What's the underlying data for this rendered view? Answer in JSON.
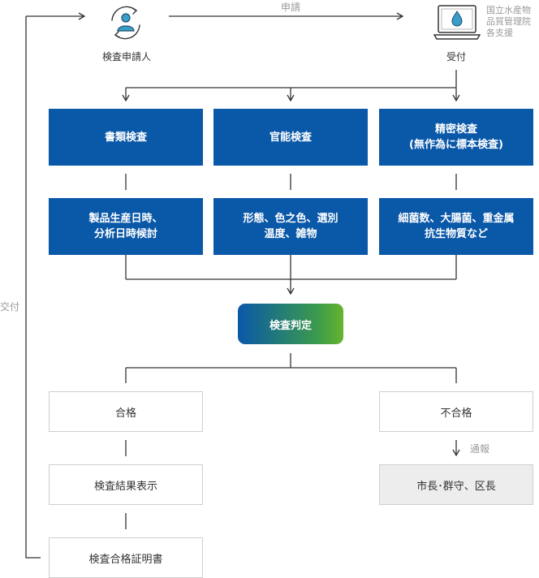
{
  "top": {
    "applicant_label": "検査申請人",
    "request_label": "申請",
    "receive_label": "受付",
    "agency_lines": [
      "国立水産物",
      "品質管理院",
      "各支援"
    ],
    "issue_label": "交付"
  },
  "inspections": [
    {
      "title_lines": [
        "書類検査"
      ],
      "detail_lines": [
        "製品生産日時、",
        "分析日時候討"
      ]
    },
    {
      "title_lines": [
        "官能検査"
      ],
      "detail_lines": [
        "形態、色之色、選別",
        "温度、雑物"
      ]
    },
    {
      "title_lines": [
        "精密検査",
        "(無作為に標本検査)"
      ],
      "detail_lines": [
        "細菌数、大腸菌、重金属",
        "抗生物質など"
      ]
    }
  ],
  "judgement_label": "検査判定",
  "pass": {
    "label": "合格",
    "display_label": "検査結果表示",
    "certificate_label": "検査合格証明書"
  },
  "fail": {
    "label": "不合格",
    "notify_label": "通報",
    "authority_label": "市長･群守、区長"
  },
  "colors": {
    "primary_blue": "#0a58a8",
    "gradient_green": "#66b42e",
    "line": "#333333",
    "muted": "#9a9a9a"
  }
}
